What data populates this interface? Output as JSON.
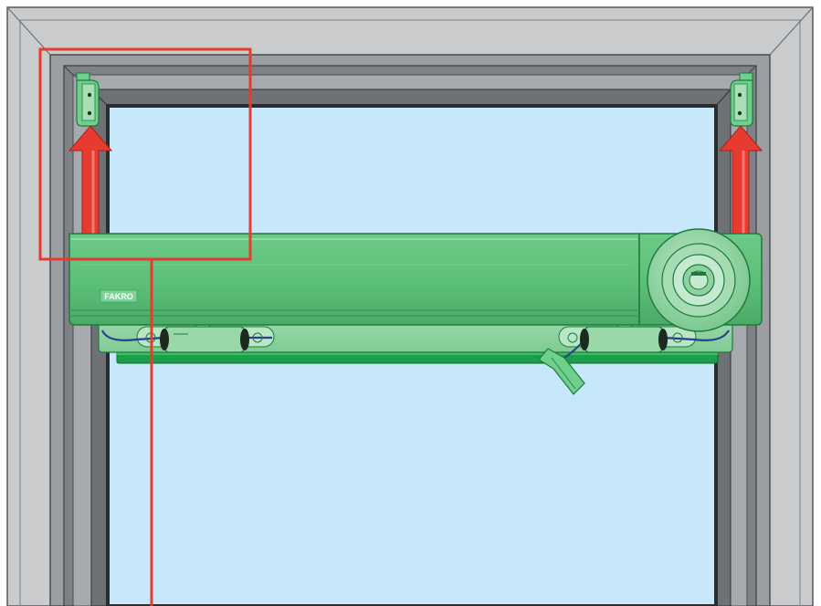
{
  "brand": {
    "logo_text": "FAKRO"
  },
  "colors": {
    "frame_outer": "#c9cbcd",
    "frame_edge": "#4a4c4f",
    "frame_inner": "#7e8185",
    "frame_inner_light": "#a6a9ad",
    "glass": "#c7e8fa",
    "glass_border": "#2b2c2e",
    "housing_main": "#5cbf78",
    "housing_light": "#86d49b",
    "housing_pale": "#a9dfb8",
    "housing_dark": "#1e7a3c",
    "accent_bar": "#1aa04a",
    "arrow_red": "#e63b2e",
    "highlight_box": "#e63b2e",
    "cable_blue": "#2a3d8f"
  },
  "annotations": {
    "arrows": [
      {
        "side": "left",
        "direction": "up"
      },
      {
        "side": "right",
        "direction": "up"
      }
    ],
    "highlight": {
      "target": "left-mounting-bracket",
      "style": "outline"
    }
  }
}
